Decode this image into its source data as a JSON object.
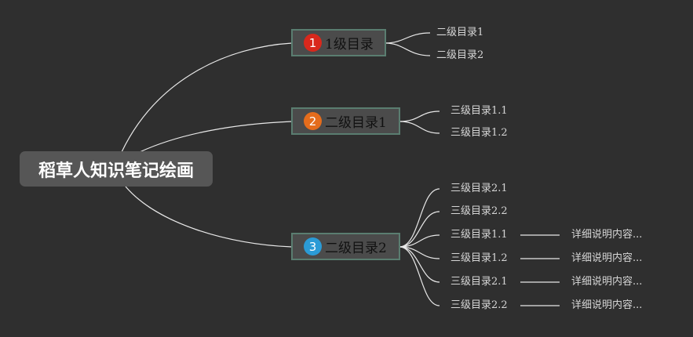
{
  "root": {
    "label": "稻草人知识笔记绘画"
  },
  "topics": [
    {
      "badge": "1",
      "badge_color": "#d9281c",
      "label": "1级目录",
      "children": [
        {
          "label": "二级目录1"
        },
        {
          "label": "二级目录2"
        }
      ]
    },
    {
      "badge": "2",
      "badge_color": "#e46c1c",
      "label": "二级目录1",
      "children": [
        {
          "label": "三级目录1.1"
        },
        {
          "label": "三级目录1.2"
        }
      ]
    },
    {
      "badge": "3",
      "badge_color": "#2b9bd6",
      "label": "二级目录2",
      "children": [
        {
          "label": "三级目录2.1"
        },
        {
          "label": "三级目录2.2"
        },
        {
          "label": "三级目录1.1",
          "detail": "详细说明内容..."
        },
        {
          "label": "三级目录1.2",
          "detail": "详细说明内容..."
        },
        {
          "label": "三级目录2.1",
          "detail": "详细说明内容..."
        },
        {
          "label": "三级目录2.2",
          "detail": "详细说明内容..."
        }
      ]
    }
  ],
  "colors": {
    "background": "#2f2f2f",
    "line": "#e8e8e8",
    "topic_border": "#5a7d70"
  }
}
